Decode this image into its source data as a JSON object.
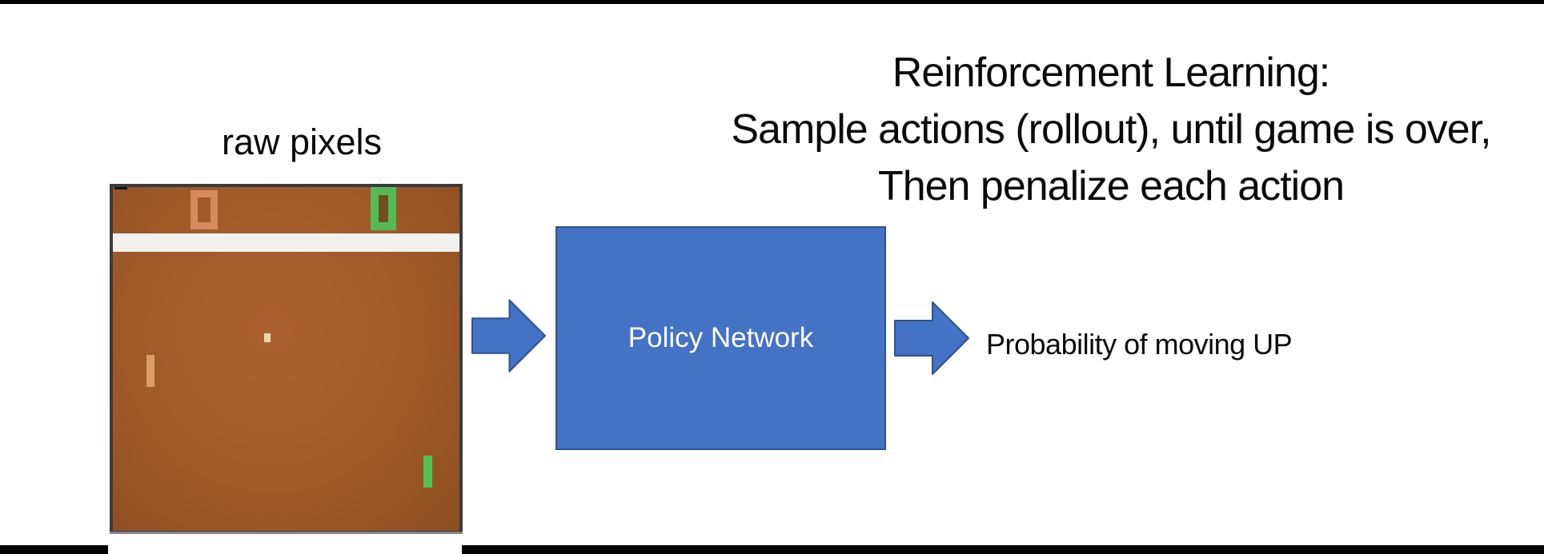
{
  "slide": {
    "background": "#ffffff",
    "letterbox_color": "#000000",
    "title_lines": [
      "Reinforcement Learning:",
      "Sample actions (rollout), until game is over,",
      "Then penalize each action"
    ]
  },
  "pipeline": {
    "input_label": "raw pixels",
    "policy_box": {
      "label": "Policy Network",
      "fill": "#4472c4",
      "border": "#2f528f",
      "text_color": "#ffffff"
    },
    "arrow_icon": "block-right-arrow-icon",
    "arrow_fill": "#4472c4",
    "arrow_border": "#2f528f",
    "output_label": "Probability of moving UP"
  },
  "game_screen": {
    "left_score": "0",
    "right_score": "0",
    "colors": {
      "frame": "#3b3b3d",
      "field": "#a05a28",
      "top_wall": "#f3f1ed",
      "left_score_digit": "#d68a5e",
      "right_score_digit": "#55bb55",
      "left_paddle": "#dd9e66",
      "right_paddle": "#53c253",
      "ball": "#ead9a8"
    }
  }
}
